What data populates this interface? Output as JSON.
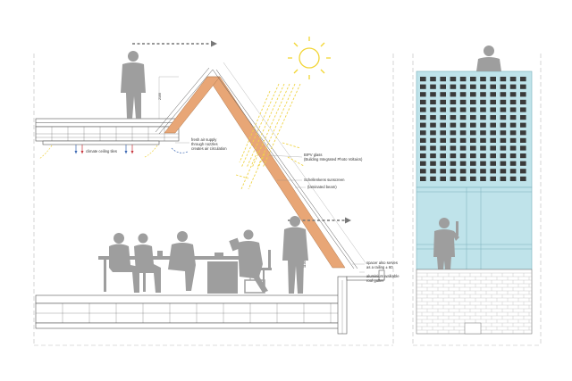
{
  "labels": {
    "fresh_air": [
      "fresh air supply",
      "through nozzles",
      "creates air circulation"
    ],
    "climate_ceiling": "climate ceiling tiles",
    "bipv": [
      "BIPV glass",
      "(Building Integrated Photo Voltaics)"
    ],
    "sunscreen": "Schellenkens sunscreen",
    "beam": "(laminated beam)",
    "spacer": [
      "spacer also serves",
      "as a railing ± 60"
    ],
    "gutter": [
      "aluminium walkable",
      "roof gutter"
    ]
  },
  "colors": {
    "line": "#555555",
    "figure": "#9e9e9e",
    "timber": "#e8a676",
    "glass": "#bfe3ea",
    "window": "#3a3a3a",
    "sun": "#f2d534",
    "ray": "#efd447",
    "arrow": "#777777",
    "cold_air": "#3b67b3",
    "warm_air": "#c8353d"
  },
  "icons": {
    "sun": "sun-icon",
    "direction_arrow": "dashed-arrow-right-icon"
  }
}
